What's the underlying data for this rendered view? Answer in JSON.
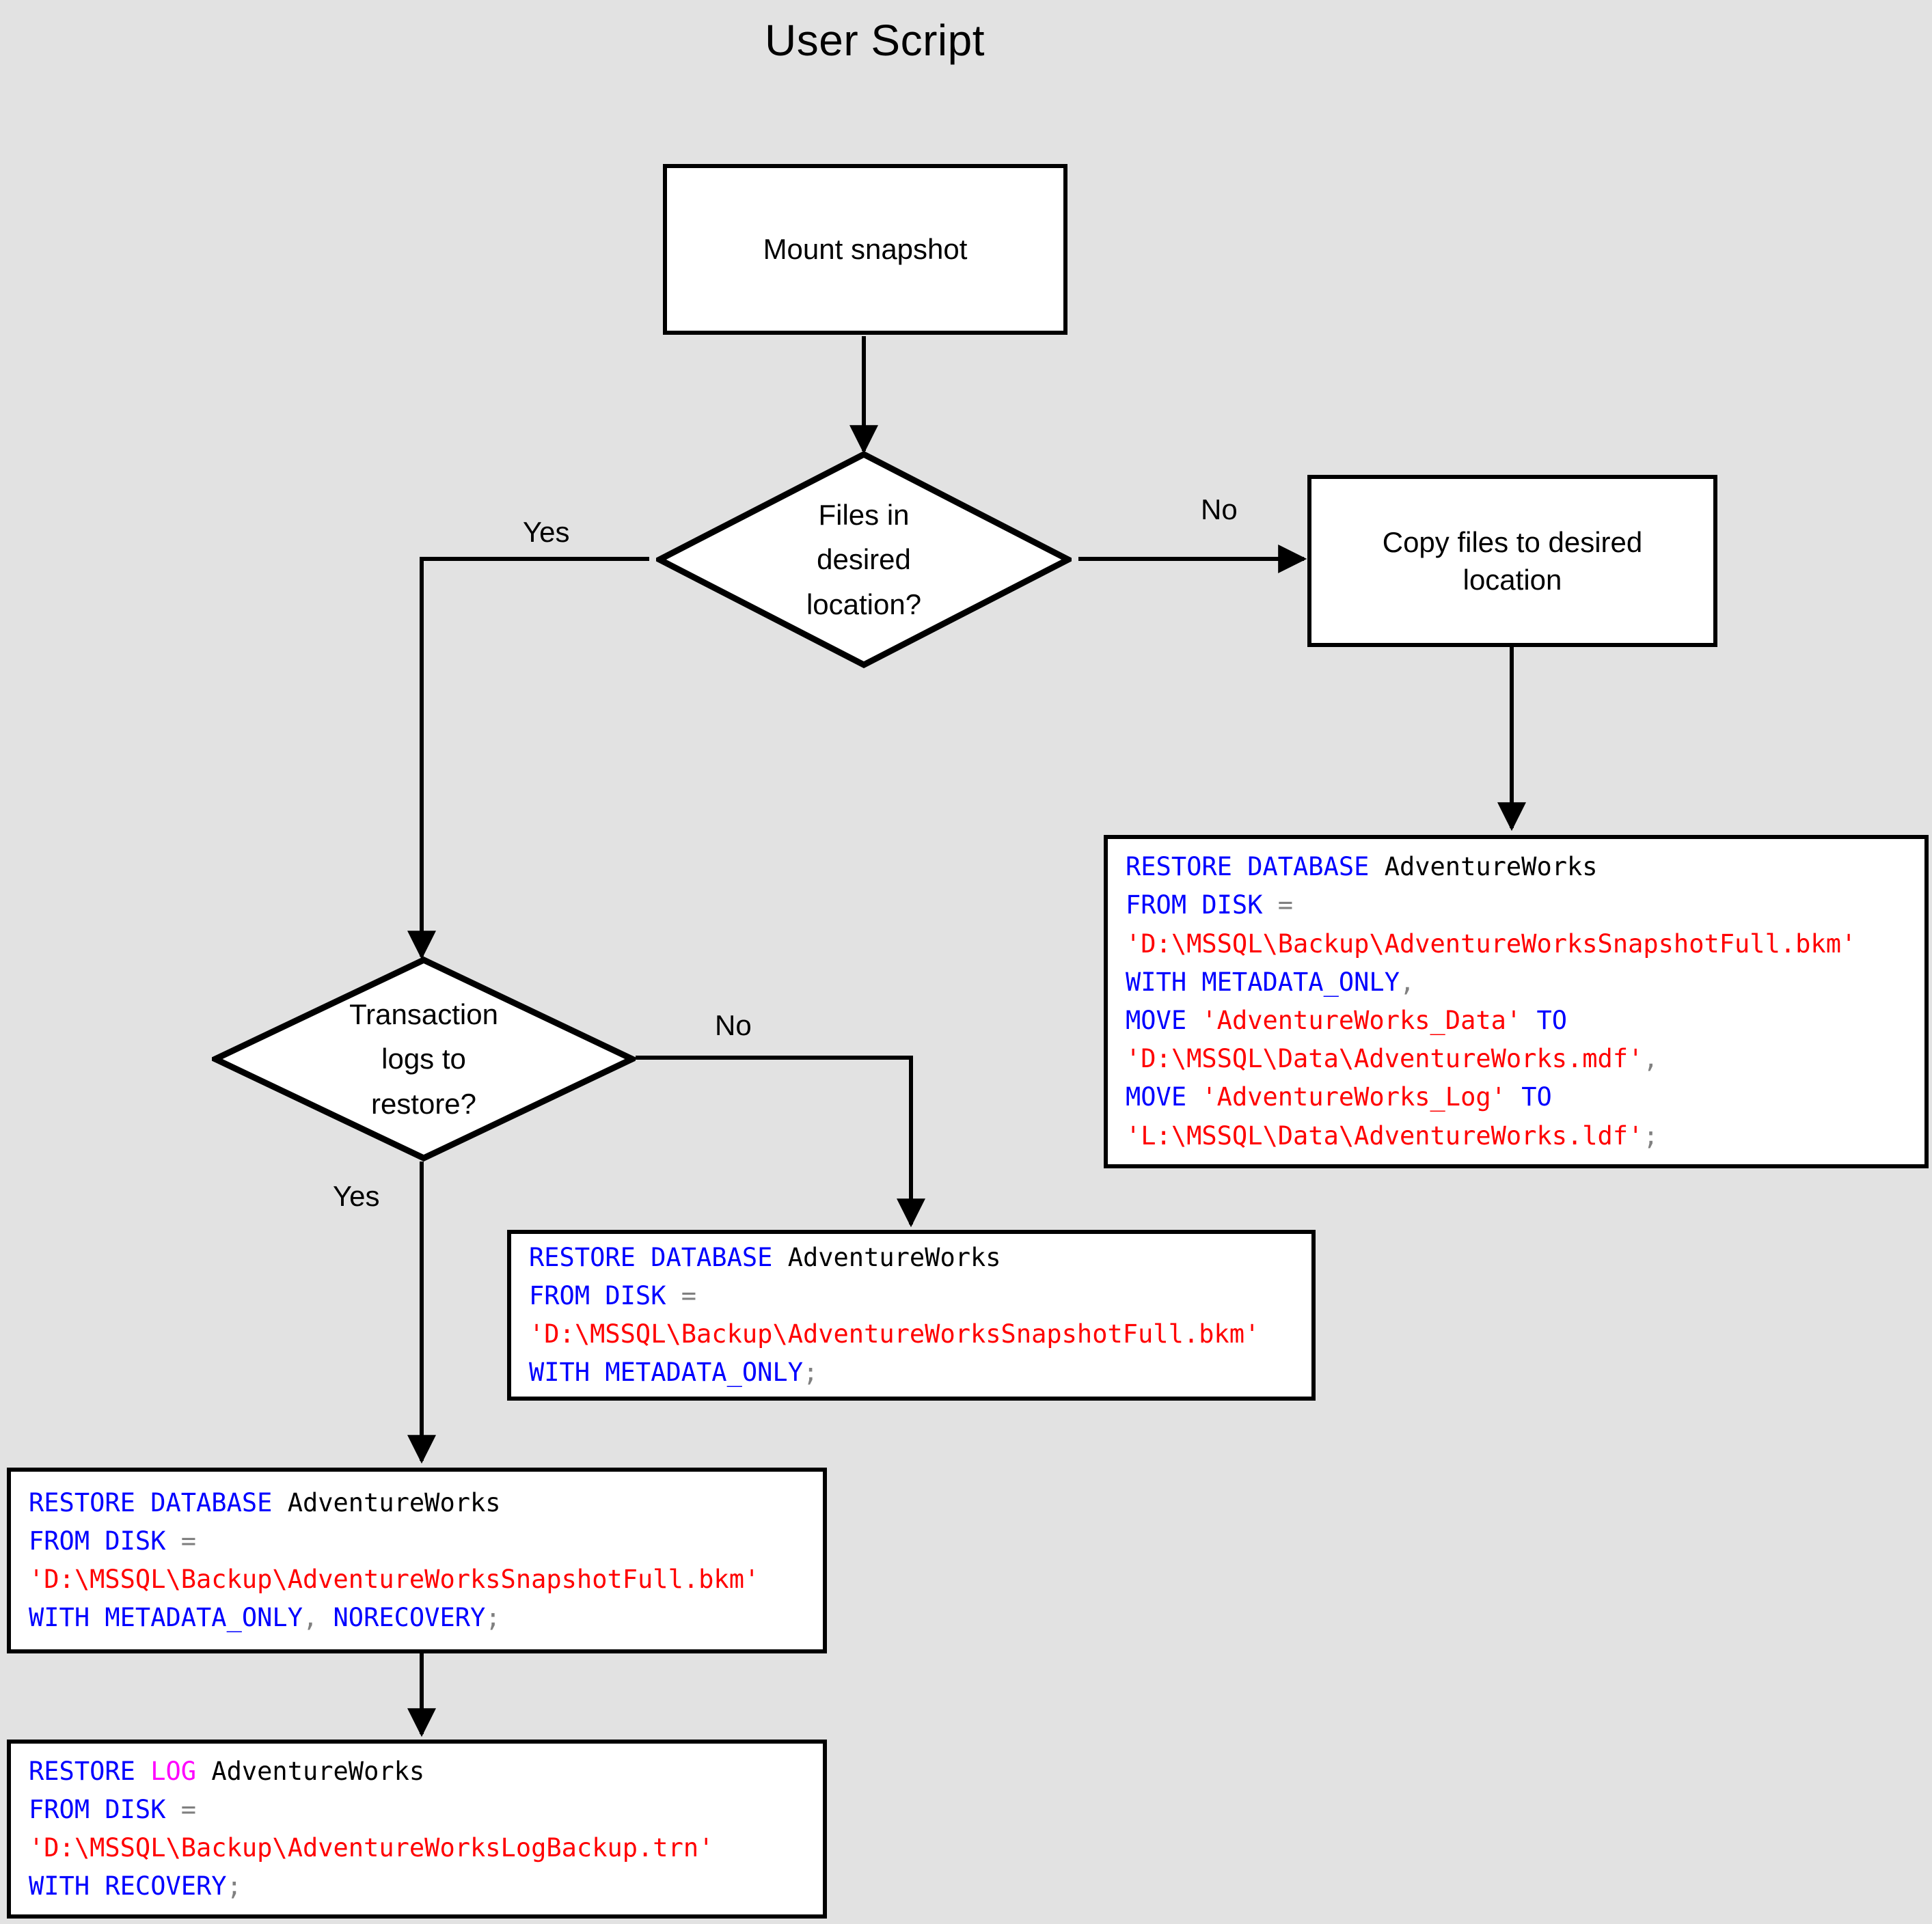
{
  "title": "User Script",
  "colors": {
    "background": "#e2e2e2",
    "node_fill": "#ffffff",
    "stroke": "#000000",
    "keyword": "#0000ff",
    "identifier": "#000000",
    "string": "#ff0000",
    "log_keyword": "#ff00ff",
    "punctuation": "#808080"
  },
  "nodes": {
    "mount_snapshot": {
      "label": "Mount snapshot"
    },
    "files_in_desired_location": {
      "label": "Files in\ndesired\nlocation?"
    },
    "copy_files": {
      "label": "Copy files to desired\nlocation"
    },
    "transaction_logs": {
      "label": "Transaction\nlogs to\nrestore?"
    }
  },
  "edge_labels": {
    "files_yes": "Yes",
    "files_no": "No",
    "logs_no": "No",
    "logs_yes": "Yes"
  },
  "code_blocks": {
    "restore_with_move": {
      "lines": [
        [
          {
            "t": "RESTORE DATABASE ",
            "c": "kw"
          },
          {
            "t": "AdventureWorks",
            "c": "ident"
          }
        ],
        [
          {
            "t": "FROM DISK ",
            "c": "kw"
          },
          {
            "t": "=",
            "c": "punc"
          }
        ],
        [
          {
            "t": "'D:\\MSSQL\\Backup\\AdventureWorksSnapshotFull.bkm'",
            "c": "str"
          }
        ],
        [
          {
            "t": "WITH METADATA_ONLY",
            "c": "kw"
          },
          {
            "t": ",",
            "c": "punc"
          }
        ],
        [
          {
            "t": "MOVE ",
            "c": "kw"
          },
          {
            "t": "'AdventureWorks_Data'",
            "c": "str"
          },
          {
            "t": " TO",
            "c": "kw"
          }
        ],
        [
          {
            "t": "'D:\\MSSQL\\Data\\AdventureWorks.mdf'",
            "c": "str"
          },
          {
            "t": ",",
            "c": "punc"
          }
        ],
        [
          {
            "t": "MOVE ",
            "c": "kw"
          },
          {
            "t": "'AdventureWorks_Log'",
            "c": "str"
          },
          {
            "t": " TO",
            "c": "kw"
          }
        ],
        [
          {
            "t": "'L:\\MSSQL\\Data\\AdventureWorks.ldf'",
            "c": "str"
          },
          {
            "t": ";",
            "c": "punc"
          }
        ]
      ]
    },
    "restore_metadata_only": {
      "lines": [
        [
          {
            "t": "RESTORE DATABASE ",
            "c": "kw"
          },
          {
            "t": "AdventureWorks",
            "c": "ident"
          }
        ],
        [
          {
            "t": "FROM DISK ",
            "c": "kw"
          },
          {
            "t": "=",
            "c": "punc"
          }
        ],
        [
          {
            "t": "'D:\\MSSQL\\Backup\\AdventureWorksSnapshotFull.bkm'",
            "c": "str"
          }
        ],
        [
          {
            "t": "WITH METADATA_ONLY",
            "c": "kw"
          },
          {
            "t": ";",
            "c": "punc"
          }
        ]
      ]
    },
    "restore_norecovery": {
      "lines": [
        [
          {
            "t": "RESTORE DATABASE ",
            "c": "kw"
          },
          {
            "t": "AdventureWorks",
            "c": "ident"
          }
        ],
        [
          {
            "t": "FROM DISK ",
            "c": "kw"
          },
          {
            "t": "=",
            "c": "punc"
          }
        ],
        [
          {
            "t": "'D:\\MSSQL\\Backup\\AdventureWorksSnapshotFull.bkm'",
            "c": "str"
          }
        ],
        [
          {
            "t": "WITH METADATA_ONLY",
            "c": "kw"
          },
          {
            "t": ",",
            "c": "punc"
          },
          {
            "t": " NORECOVERY",
            "c": "kw"
          },
          {
            "t": ";",
            "c": "punc"
          }
        ]
      ]
    },
    "restore_log": {
      "lines": [
        [
          {
            "t": "RESTORE ",
            "c": "kw"
          },
          {
            "t": "LOG",
            "c": "log"
          },
          {
            "t": " ",
            "c": "kw"
          },
          {
            "t": "AdventureWorks",
            "c": "ident"
          }
        ],
        [
          {
            "t": "FROM DISK ",
            "c": "kw"
          },
          {
            "t": "=",
            "c": "punc"
          }
        ],
        [
          {
            "t": "'D:\\MSSQL\\Backup\\AdventureWorksLogBackup.trn'",
            "c": "str"
          }
        ],
        [
          {
            "t": "WITH RECOVERY",
            "c": "kw"
          },
          {
            "t": ";",
            "c": "punc"
          }
        ]
      ]
    }
  }
}
